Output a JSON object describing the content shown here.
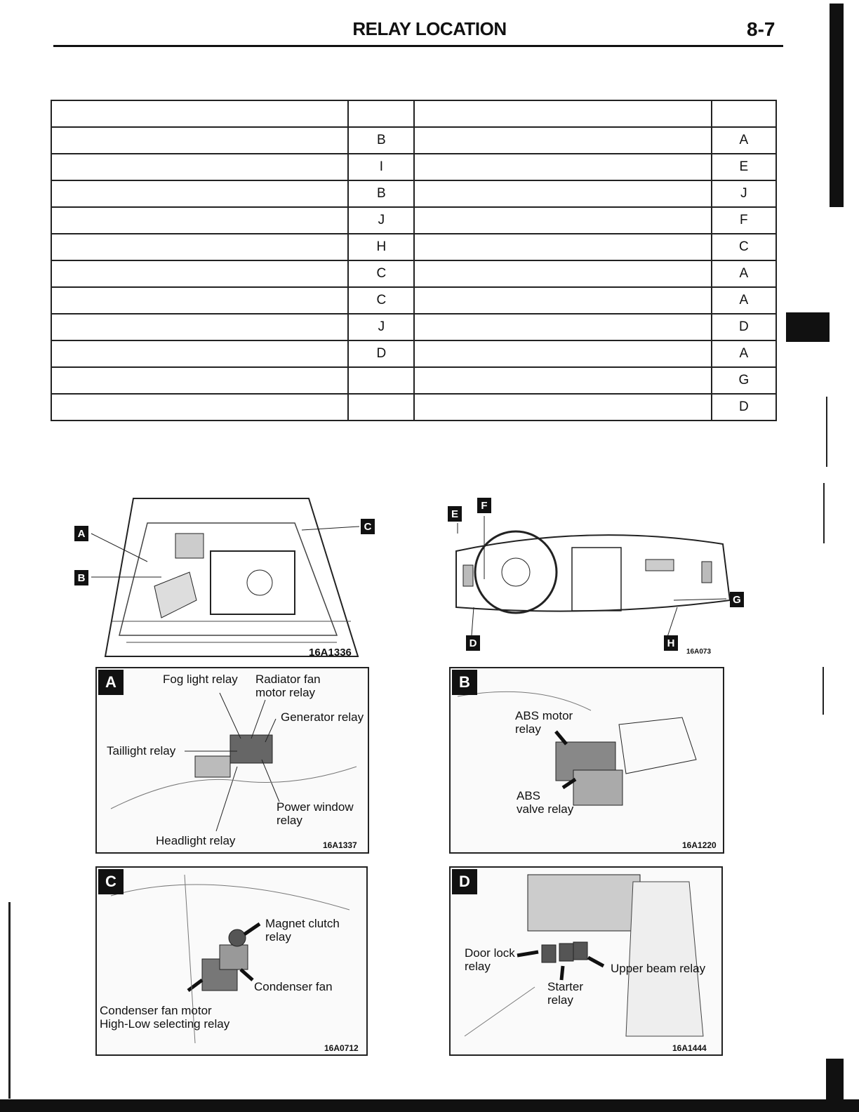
{
  "header": {
    "title": "RELAY LOCATION",
    "page_number": "8-7"
  },
  "table": {
    "rows": [
      {
        "left_code": "B",
        "right_code": "A"
      },
      {
        "left_code": "I",
        "right_code": "E"
      },
      {
        "left_code": "B",
        "right_code": "J"
      },
      {
        "left_code": "J",
        "right_code": "F"
      },
      {
        "left_code": "H",
        "right_code": "C"
      },
      {
        "left_code": "C",
        "right_code": "A"
      },
      {
        "left_code": "C",
        "right_code": "A"
      },
      {
        "left_code": "J",
        "right_code": "D"
      },
      {
        "left_code": "D",
        "right_code": "A"
      },
      {
        "left_code": "",
        "right_code": "G"
      },
      {
        "left_code": "",
        "right_code": "D"
      }
    ]
  },
  "engine_figure": {
    "keys": [
      "A",
      "B",
      "C"
    ],
    "code": "16A1336"
  },
  "dash_figure": {
    "keys": [
      "E",
      "F",
      "G",
      "D",
      "H"
    ],
    "code": "16A073"
  },
  "detail_a": {
    "tag": "A",
    "labels": {
      "fog": "Fog light relay",
      "radiator": "Radiator fan\nmotor relay",
      "generator": "Generator relay",
      "taillight": "Taillight relay",
      "power_window": "Power window\nrelay",
      "headlight": "Headlight relay"
    },
    "code": "16A1337"
  },
  "detail_b": {
    "tag": "B",
    "labels": {
      "abs_motor": "ABS motor\nrelay",
      "abs_valve": "ABS\nvalve relay"
    },
    "code": "16A1220"
  },
  "detail_c": {
    "tag": "C",
    "labels": {
      "magnet": "Magnet clutch\nrelay",
      "condenser_fan": "Condenser fan",
      "condenser_motor": "Condenser fan motor\nHigh-Low selecting relay"
    },
    "code": "16A0712"
  },
  "detail_d": {
    "tag": "D",
    "labels": {
      "door_lock": "Door lock\nrelay",
      "upper_beam": "Upper beam relay",
      "starter": "Starter\nrelay"
    },
    "code": "16A1444"
  }
}
